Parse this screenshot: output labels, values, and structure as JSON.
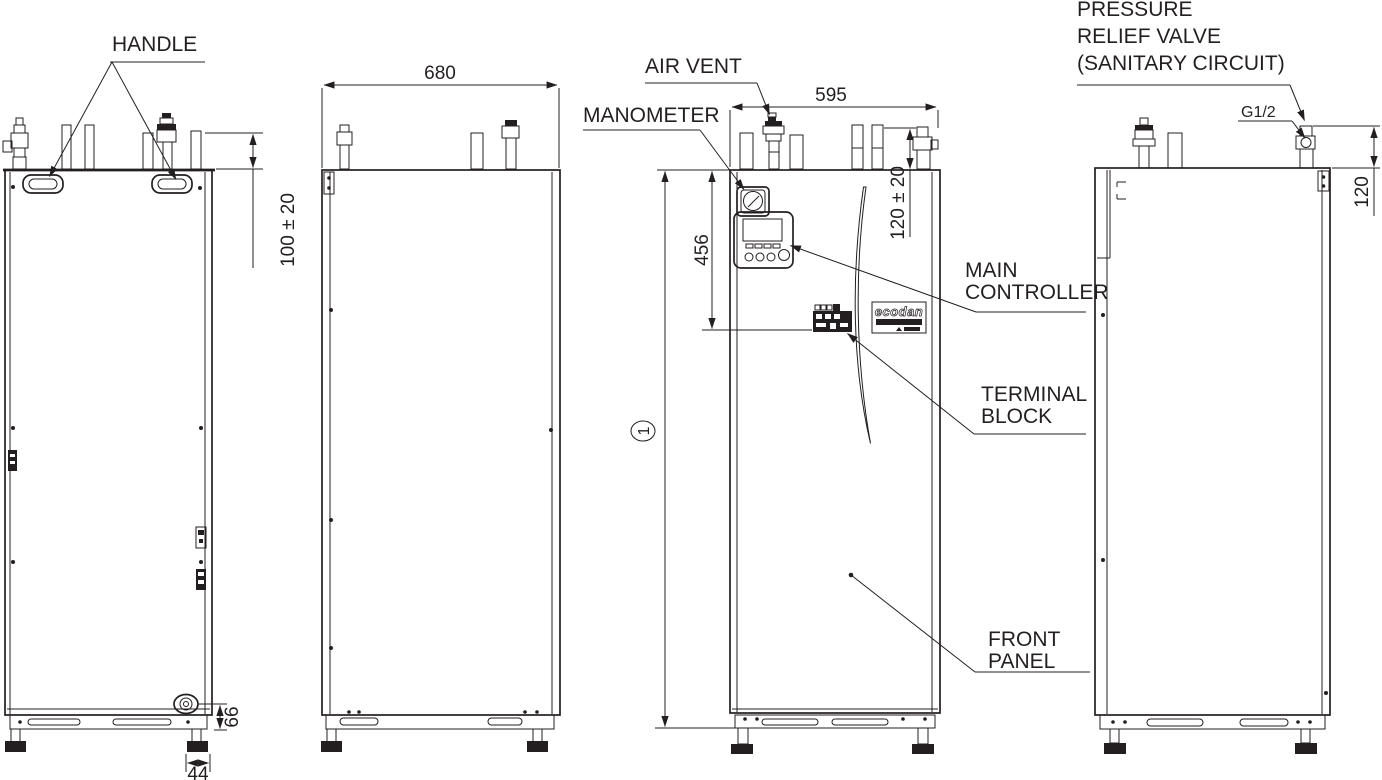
{
  "colors": {
    "line": "#231f20",
    "background": "#ffffff"
  },
  "labels": {
    "handle": "HANDLE",
    "air_vent": "AIR VENT",
    "manometer": "MANOMETER",
    "pressure_relief_valve": [
      "PRESSURE",
      "RELIEF VALVE",
      "(SANITARY CIRCUIT)"
    ],
    "g_thread": "G1/2",
    "main_controller": [
      "MAIN",
      "CONTROLLER"
    ],
    "terminal_block": [
      "TERMINAL",
      "BLOCK"
    ],
    "front_panel": [
      "FRONT",
      "PANEL"
    ],
    "ecodan_logo": "ecodan"
  },
  "dimensions": {
    "side_depth": "680",
    "front_width": "595",
    "pipe_height_side": "100 ± 20",
    "pipe_height_front": "120 ± 20",
    "controller_offset": "456",
    "prv_height": "120",
    "drain_height": "66",
    "foot_width": "44",
    "total_height_ref": "1"
  }
}
